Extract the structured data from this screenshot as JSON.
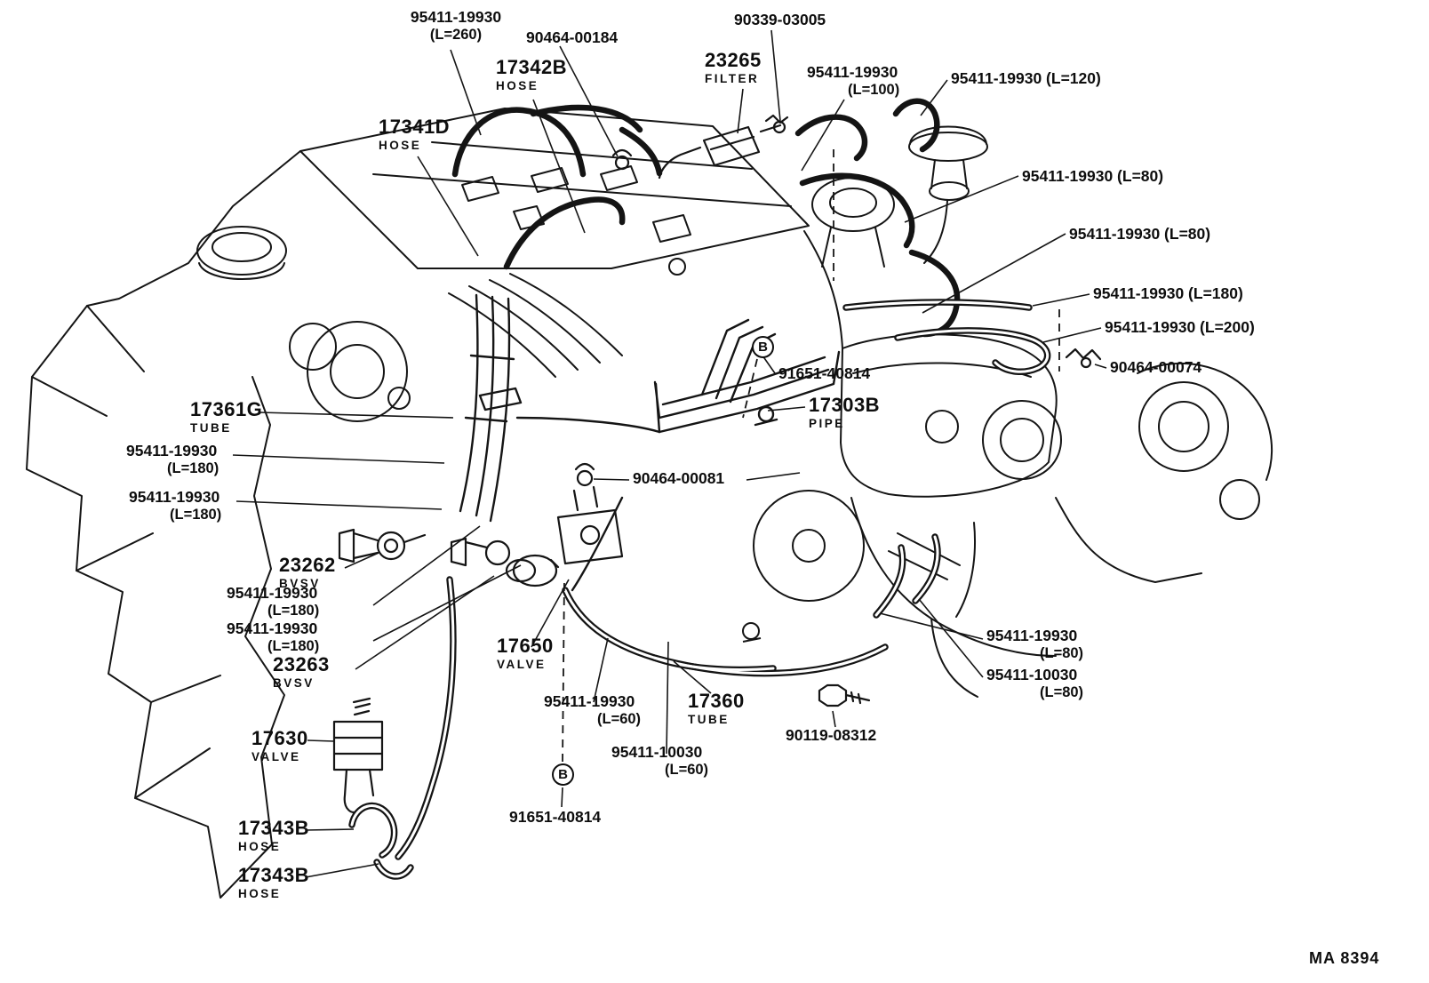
{
  "drawing": {
    "code": "MA 8394"
  },
  "labels": [
    {
      "id": "95411-19930-L260",
      "line1": "95411-19930",
      "line2": "(L=260)"
    },
    {
      "id": "90464-00184",
      "line1": "90464-00184"
    },
    {
      "id": "17342B",
      "line1": "17342B",
      "line2": "HOSE"
    },
    {
      "id": "90339-03005",
      "line1": "90339-03005"
    },
    {
      "id": "23265",
      "line1": "23265",
      "line2": "FILTER"
    },
    {
      "id": "95411-19930-L100",
      "line1": "95411-19930",
      "line2": "(L=100)"
    },
    {
      "id": "95411-19930-L120",
      "line1": "95411-19930 (L=120)"
    },
    {
      "id": "17341D",
      "line1": "17341D",
      "line2": "HOSE"
    },
    {
      "id": "95411-19930-L80-a",
      "line1": "95411-19930 (L=80)"
    },
    {
      "id": "95411-19930-L80-b",
      "line1": "95411-19930 (L=80)"
    },
    {
      "id": "95411-19930-L180-a",
      "line1": "95411-19930 (L=180)"
    },
    {
      "id": "95411-19930-L200",
      "line1": "95411-19930 (L=200)"
    },
    {
      "id": "90464-00074",
      "line1": "90464-00074"
    },
    {
      "id": "91651-40814-upper",
      "line1": "91651-40814"
    },
    {
      "id": "callout-B-upper",
      "line1": "B"
    },
    {
      "id": "17303B",
      "line1": "17303B",
      "line2": "PIPE"
    },
    {
      "id": "17361G",
      "line1": "17361G",
      "line2": "TUBE"
    },
    {
      "id": "95411-19930-L180-b",
      "line1": "95411-19930",
      "line2": "(L=180)"
    },
    {
      "id": "95411-19930-L180-c",
      "line1": "95411-19930",
      "line2": "(L=180)"
    },
    {
      "id": "90464-00081",
      "line1": "90464-00081"
    },
    {
      "id": "23262",
      "line1": "23262",
      "line2": "BVSV"
    },
    {
      "id": "95411-19930-L180-d",
      "line1": "95411-19930",
      "line2": "(L=180)"
    },
    {
      "id": "95411-19930-L180-e",
      "line1": "95411-19930",
      "line2": "(L=180)"
    },
    {
      "id": "23263",
      "line1": "23263",
      "line2": "BVSV"
    },
    {
      "id": "17650",
      "line1": "17650",
      "line2": "VALVE"
    },
    {
      "id": "95411-19930-L60",
      "line1": "95411-19930",
      "line2": "(L=60)"
    },
    {
      "id": "17360",
      "line1": "17360",
      "line2": "TUBE"
    },
    {
      "id": "95411-19930-L80-c",
      "line1": "95411-19930",
      "line2": "(L=80)"
    },
    {
      "id": "95411-10030-L80",
      "line1": "95411-10030",
      "line2": "(L=80)"
    },
    {
      "id": "90119-08312",
      "line1": "90119-08312"
    },
    {
      "id": "17630",
      "line1": "17630",
      "line2": "VALVE"
    },
    {
      "id": "95411-10030-L60",
      "line1": "95411-10030",
      "line2": "(L=60)"
    },
    {
      "id": "callout-B-lower",
      "line1": "B"
    },
    {
      "id": "91651-40814-lower",
      "line1": "91651-40814"
    },
    {
      "id": "17343B-a",
      "line1": "17343B",
      "line2": "HOSE"
    },
    {
      "id": "17343B-b",
      "line1": "17343B",
      "line2": "HOSE"
    }
  ]
}
